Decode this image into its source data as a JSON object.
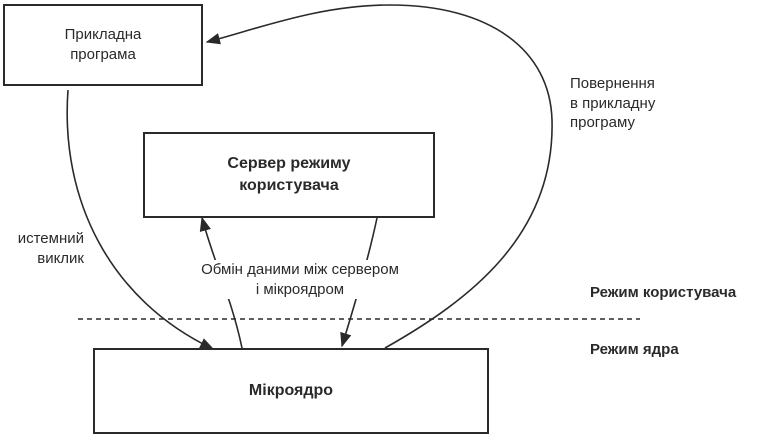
{
  "boxes": {
    "app": "Прикладна\nпрограма",
    "server": "Сервер режиму\nкористувача",
    "microkernel": "Мікроядро"
  },
  "labels": {
    "return_to_app": "Повернення\nв прикладну\nпрограму",
    "system_call": "истемний\nвиклик",
    "data_exchange": "Обмін даними між сервером\nі мікроядром",
    "user_mode": "Режим користувача",
    "kernel_mode": "Режим ядра"
  },
  "colors": {
    "ink": "#2a2a2a",
    "background": "#ffffff"
  }
}
